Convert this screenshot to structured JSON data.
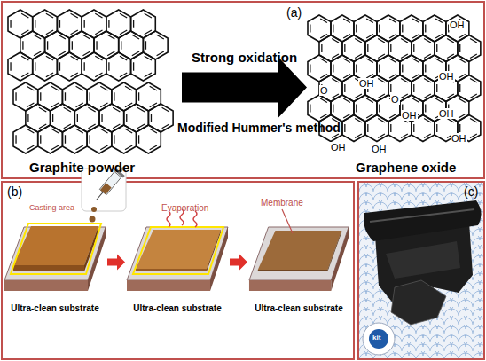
{
  "diagram": {
    "nodes": [
      {
        "text": [
          "(a)"
        ]
      },
      {
        "text": [
          "Graphite powder"
        ],
        "in": 0
      },
      {
        "text": [
          "Graphene oxide"
        ],
        "in": 0
      },
      {
        "text": [
          "(b)"
        ]
      },
      {
        "text": [
          "Casting area",
          "Ultra-clean substrate"
        ],
        "in": 3
      },
      {
        "text": [
          "Ultra-clean substrate"
        ],
        "in": 3
      },
      {
        "text": [
          "Ultra-clean substrate"
        ],
        "in": 3
      },
      {
        "text": [
          "(c)"
        ]
      }
    ],
    "edges": [
      {
        "from": 1,
        "to": 2,
        "arrow": "to",
        "label": "Strong oxidation"
      },
      {
        "from": 4,
        "to": 5,
        "arrow": "to"
      },
      {
        "from": 5,
        "to": 6,
        "arrow": "to"
      }
    ],
    "labels": [
      "Modified Hummer's method",
      "Evaporation",
      "Membrane",
      "OH",
      "O",
      "OH",
      "OH",
      "O",
      "OH",
      "OH",
      "OH",
      "OH",
      "OH",
      "kit"
    ]
  }
}
